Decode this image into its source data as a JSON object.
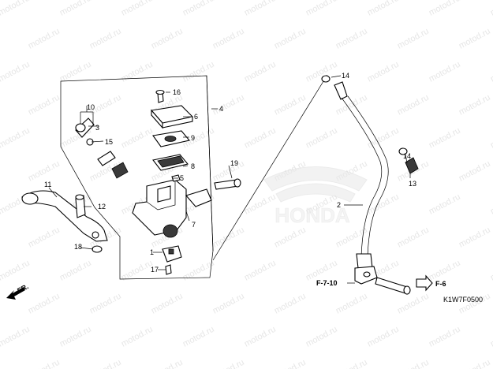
{
  "watermark": "motod.ru",
  "brand": "HONDA",
  "drawing_code": "K1W7F0500",
  "direction_label": "FR.",
  "references": {
    "left": "F-7-10",
    "right": "F-6"
  },
  "callouts": {
    "c1": "1",
    "c2": "2",
    "c3": "3",
    "c4": "4",
    "c5": "5",
    "c6": "6",
    "c7": "7",
    "c8": "8",
    "c9": "9",
    "c10": "10",
    "c11": "11",
    "c12": "12",
    "c13": "13",
    "c14": "14",
    "c15": "15",
    "c16": "16",
    "c17": "17",
    "c18": "18",
    "c19": "19"
  },
  "colors": {
    "line": "#000000",
    "watermark": "#e6e6e6",
    "background": "#ffffff"
  }
}
